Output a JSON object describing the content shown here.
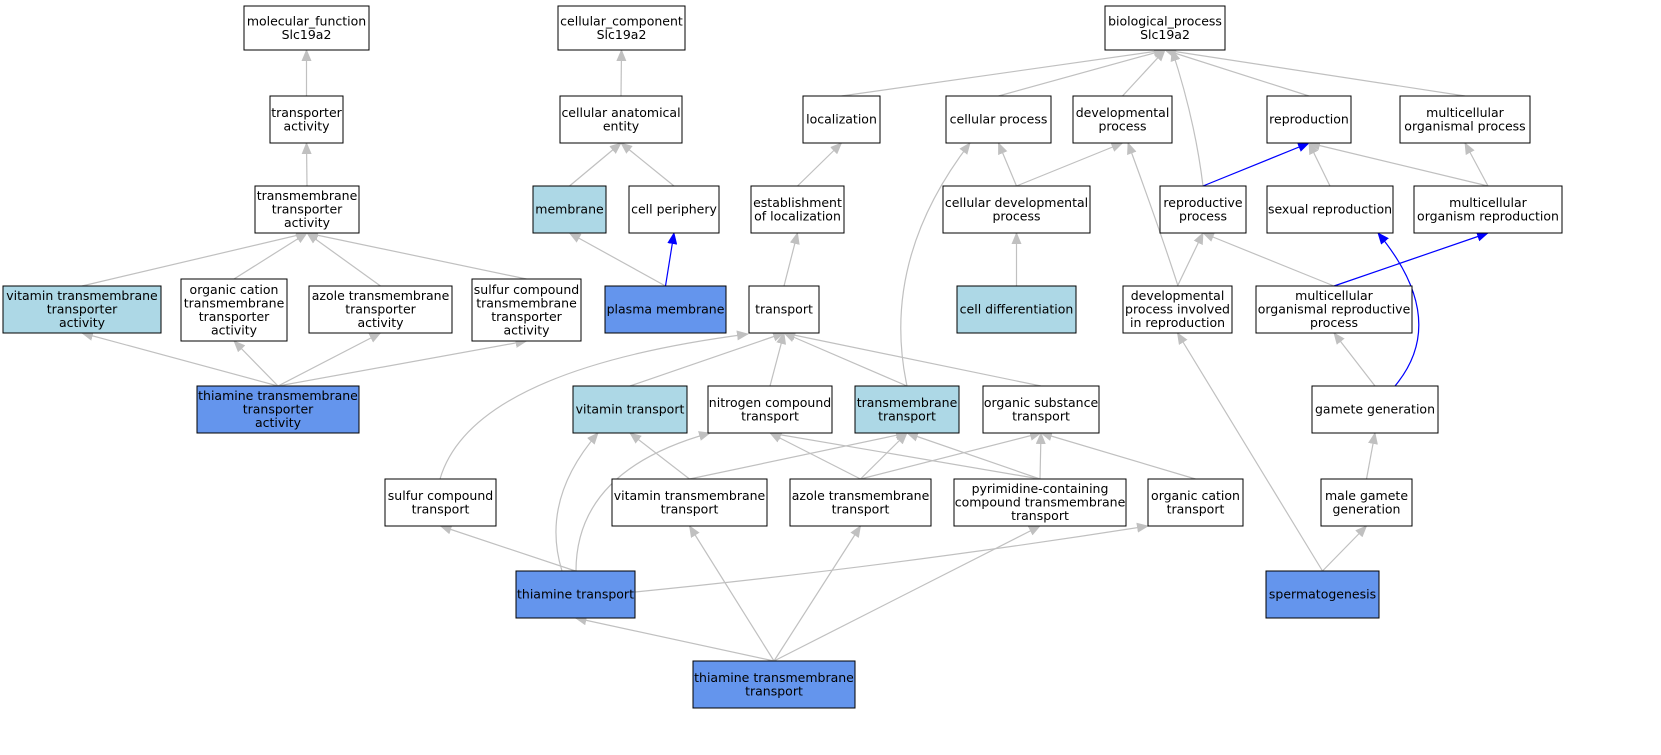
{
  "colors": {
    "default": "#ffffff",
    "related": "#add8e6",
    "direct": "#6495ed",
    "edge": "#c0c0c0",
    "edge_highlight": "#0000ff"
  },
  "nodes": {
    "mf": {
      "lines": [
        "molecular_function",
        "Slc19a2"
      ],
      "fill": "default"
    },
    "cc": {
      "lines": [
        "cellular_component",
        "Slc19a2"
      ],
      "fill": "default"
    },
    "bp": {
      "lines": [
        "biological_process",
        "Slc19a2"
      ],
      "fill": "default"
    },
    "ta": {
      "lines": [
        "transporter",
        "activity"
      ],
      "fill": "default"
    },
    "cae": {
      "lines": [
        "cellular anatomical",
        "entity"
      ],
      "fill": "default"
    },
    "loc": {
      "lines": [
        "localization"
      ],
      "fill": "default"
    },
    "cp": {
      "lines": [
        "cellular process"
      ],
      "fill": "default"
    },
    "dp": {
      "lines": [
        "developmental",
        "process"
      ],
      "fill": "default"
    },
    "rep": {
      "lines": [
        "reproduction"
      ],
      "fill": "default"
    },
    "mop": {
      "lines": [
        "multicellular",
        "organismal process"
      ],
      "fill": "default"
    },
    "tta": {
      "lines": [
        "transmembrane",
        "transporter",
        "activity"
      ],
      "fill": "default"
    },
    "mem": {
      "lines": [
        "membrane"
      ],
      "fill": "related"
    },
    "cper": {
      "lines": [
        "cell periphery"
      ],
      "fill": "default"
    },
    "eol": {
      "lines": [
        "establishment",
        "of localization"
      ],
      "fill": "default"
    },
    "cdp": {
      "lines": [
        "cellular developmental",
        "process"
      ],
      "fill": "default"
    },
    "rp": {
      "lines": [
        "reproductive",
        "process"
      ],
      "fill": "default"
    },
    "sr": {
      "lines": [
        "sexual reproduction"
      ],
      "fill": "default"
    },
    "mor": {
      "lines": [
        "multicellular",
        "organism reproduction"
      ],
      "fill": "default"
    },
    "vtta": {
      "lines": [
        "vitamin transmembrane",
        "transporter",
        "activity"
      ],
      "fill": "related"
    },
    "octta": {
      "lines": [
        "organic cation",
        "transmembrane",
        "transporter",
        "activity"
      ],
      "fill": "default"
    },
    "atta": {
      "lines": [
        "azole transmembrane",
        "transporter",
        "activity"
      ],
      "fill": "default"
    },
    "sctta": {
      "lines": [
        "sulfur compound",
        "transmembrane",
        "transporter",
        "activity"
      ],
      "fill": "default"
    },
    "pm": {
      "lines": [
        "plasma membrane"
      ],
      "fill": "direct"
    },
    "tr": {
      "lines": [
        "transport"
      ],
      "fill": "default"
    },
    "cd": {
      "lines": [
        "cell differentiation"
      ],
      "fill": "related"
    },
    "dpir": {
      "lines": [
        "developmental",
        "process involved",
        "in reproduction"
      ],
      "fill": "default"
    },
    "morp": {
      "lines": [
        "multicellular",
        "organismal reproductive",
        "process"
      ],
      "fill": "default"
    },
    "thtta": {
      "lines": [
        "thiamine transmembrane",
        "transporter",
        "activity"
      ],
      "fill": "direct"
    },
    "vt": {
      "lines": [
        "vitamin transport"
      ],
      "fill": "related"
    },
    "nct": {
      "lines": [
        "nitrogen compound",
        "transport"
      ],
      "fill": "default"
    },
    "tmt": {
      "lines": [
        "transmembrane",
        "transport"
      ],
      "fill": "related"
    },
    "ost": {
      "lines": [
        "organic substance",
        "transport"
      ],
      "fill": "default"
    },
    "gg": {
      "lines": [
        "gamete generation"
      ],
      "fill": "default"
    },
    "sct": {
      "lines": [
        "sulfur compound",
        "transport"
      ],
      "fill": "default"
    },
    "vtt": {
      "lines": [
        "vitamin transmembrane",
        "transport"
      ],
      "fill": "default"
    },
    "att": {
      "lines": [
        "azole transmembrane",
        "transport"
      ],
      "fill": "default"
    },
    "pctt": {
      "lines": [
        "pyrimidine-containing",
        "compound transmembrane",
        "transport"
      ],
      "fill": "default"
    },
    "oct": {
      "lines": [
        "organic cation",
        "transport"
      ],
      "fill": "default"
    },
    "mgg": {
      "lines": [
        "male gamete",
        "generation"
      ],
      "fill": "default"
    },
    "tht": {
      "lines": [
        "thiamine transport"
      ],
      "fill": "direct"
    },
    "sperm": {
      "lines": [
        "spermatogenesis"
      ],
      "fill": "direct"
    },
    "thtt": {
      "lines": [
        "thiamine transmembrane",
        "transport"
      ],
      "fill": "direct"
    }
  },
  "edges": [
    {
      "from": "ta",
      "to": "mf"
    },
    {
      "from": "tta",
      "to": "ta"
    },
    {
      "from": "vtta",
      "to": "tta"
    },
    {
      "from": "octta",
      "to": "tta"
    },
    {
      "from": "atta",
      "to": "tta"
    },
    {
      "from": "sctta",
      "to": "tta"
    },
    {
      "from": "thtta",
      "to": "vtta"
    },
    {
      "from": "thtta",
      "to": "octta"
    },
    {
      "from": "thtta",
      "to": "atta"
    },
    {
      "from": "thtta",
      "to": "sctta"
    },
    {
      "from": "cae",
      "to": "cc"
    },
    {
      "from": "mem",
      "to": "cae"
    },
    {
      "from": "cper",
      "to": "cae"
    },
    {
      "from": "pm",
      "to": "mem"
    },
    {
      "from": "pm",
      "to": "cper",
      "highlight": true
    },
    {
      "from": "loc",
      "to": "bp"
    },
    {
      "from": "cp",
      "to": "bp"
    },
    {
      "from": "dp",
      "to": "bp"
    },
    {
      "from": "rep",
      "to": "bp"
    },
    {
      "from": "mop",
      "to": "bp"
    },
    {
      "from": "rp",
      "to": "bp"
    },
    {
      "from": "eol",
      "to": "loc"
    },
    {
      "from": "cdp",
      "to": "cp"
    },
    {
      "from": "cdp",
      "to": "dp"
    },
    {
      "from": "cd",
      "to": "cdp"
    },
    {
      "from": "rp",
      "to": "rep",
      "highlight": true
    },
    {
      "from": "sr",
      "to": "rep"
    },
    {
      "from": "mor",
      "to": "rep"
    },
    {
      "from": "mor",
      "to": "mop"
    },
    {
      "from": "dpir",
      "to": "rp"
    },
    {
      "from": "dpir",
      "to": "dp"
    },
    {
      "from": "morp",
      "to": "rp"
    },
    {
      "from": "morp",
      "to": "mor",
      "highlight": true
    },
    {
      "from": "gg",
      "to": "morp"
    },
    {
      "from": "gg",
      "to": "sr",
      "highlight": true
    },
    {
      "from": "mgg",
      "to": "gg"
    },
    {
      "from": "sperm",
      "to": "mgg"
    },
    {
      "from": "sperm",
      "to": "dpir"
    },
    {
      "from": "tr",
      "to": "eol"
    },
    {
      "from": "vt",
      "to": "tr"
    },
    {
      "from": "nct",
      "to": "tr"
    },
    {
      "from": "tmt",
      "to": "tr"
    },
    {
      "from": "ost",
      "to": "tr"
    },
    {
      "from": "sct",
      "to": "tr"
    },
    {
      "from": "tmt",
      "to": "cp"
    },
    {
      "from": "vtt",
      "to": "vt"
    },
    {
      "from": "vtt",
      "to": "tmt"
    },
    {
      "from": "att",
      "to": "nct"
    },
    {
      "from": "att",
      "to": "tmt"
    },
    {
      "from": "att",
      "to": "ost"
    },
    {
      "from": "pctt",
      "to": "nct"
    },
    {
      "from": "pctt",
      "to": "tmt"
    },
    {
      "from": "pctt",
      "to": "ost"
    },
    {
      "from": "oct",
      "to": "ost"
    },
    {
      "from": "tht",
      "to": "sct"
    },
    {
      "from": "tht",
      "to": "vt"
    },
    {
      "from": "tht",
      "to": "nct"
    },
    {
      "from": "tht",
      "to": "oct"
    },
    {
      "from": "thtt",
      "to": "tht"
    },
    {
      "from": "thtt",
      "to": "vtt"
    },
    {
      "from": "thtt",
      "to": "att"
    },
    {
      "from": "thtt",
      "to": "pctt"
    }
  ]
}
